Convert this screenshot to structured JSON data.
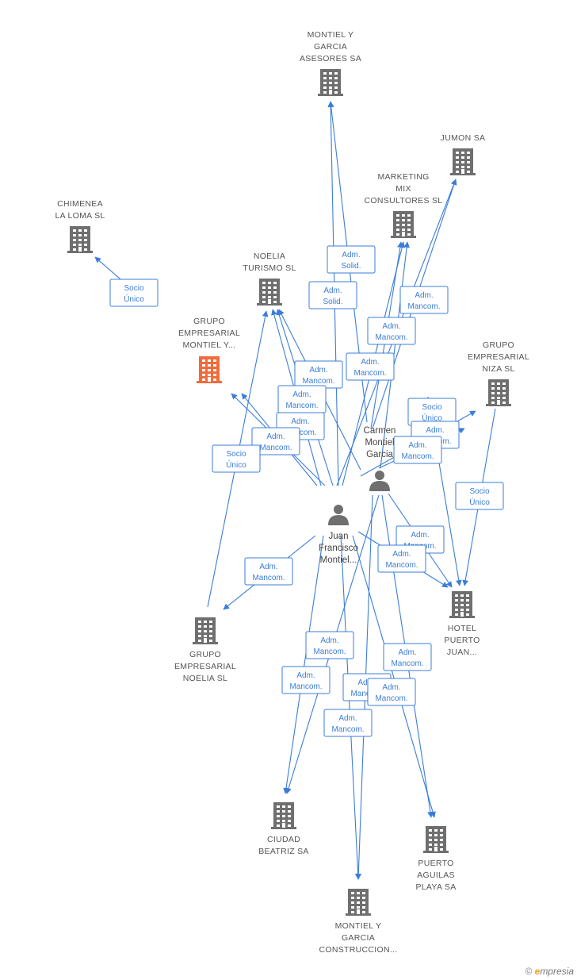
{
  "companies": [
    {
      "id": "montiel_asesores",
      "lines": [
        "MONTIEL Y",
        "GARCIA",
        "ASESORES SA"
      ],
      "focus": false
    },
    {
      "id": "jumon",
      "lines": [
        "JUMON SA"
      ],
      "focus": false
    },
    {
      "id": "marketing_mix",
      "lines": [
        "MARKETING",
        "MIX",
        "CONSULTORES SL"
      ],
      "focus": false
    },
    {
      "id": "chimenea",
      "lines": [
        "CHIMENEA",
        "LA LOMA SL"
      ],
      "focus": false
    },
    {
      "id": "noelia_turismo",
      "lines": [
        "NOELIA",
        "TURISMO SL"
      ],
      "focus": false
    },
    {
      "id": "grupo_montiel",
      "lines": [
        "GRUPO",
        "EMPRESARIAL",
        "MONTIEL Y..."
      ],
      "focus": true
    },
    {
      "id": "grupo_niza",
      "lines": [
        "GRUPO",
        "EMPRESARIAL",
        "NIZA SL"
      ],
      "focus": false
    },
    {
      "id": "hotel_puerto",
      "lines": [
        "HOTEL",
        "PUERTO",
        "JUAN..."
      ],
      "focus": false
    },
    {
      "id": "grupo_noelia",
      "lines": [
        "GRUPO",
        "EMPRESARIAL",
        "NOELIA SL"
      ],
      "focus": false
    },
    {
      "id": "ciudad_beatriz",
      "lines": [
        "CIUDAD",
        "BEATRIZ SA"
      ],
      "focus": false
    },
    {
      "id": "puerto_aguilas",
      "lines": [
        "PUERTO",
        "AGUILAS",
        "PLAYA SA"
      ],
      "focus": false
    },
    {
      "id": "montiel_construccion",
      "lines": [
        "MONTIEL Y",
        "GARCIA",
        "CONSTRUCCION..."
      ],
      "focus": false
    }
  ],
  "persons": [
    {
      "id": "carmen",
      "lines": [
        "Carmen",
        "Montiel",
        "Garcia"
      ]
    },
    {
      "id": "juan",
      "lines": [
        "Juan",
        "Francisco",
        "Montiel..."
      ]
    }
  ],
  "relations": [
    {
      "lines": [
        "Socio",
        "Único"
      ]
    },
    {
      "lines": [
        "Adm.",
        "Solid."
      ]
    },
    {
      "lines": [
        "Adm.",
        "Solid."
      ]
    },
    {
      "lines": [
        "Adm.",
        "Mancom."
      ]
    },
    {
      "lines": [
        "Adm.",
        "Mancom."
      ]
    },
    {
      "lines": [
        "Adm.",
        "Mancom."
      ]
    },
    {
      "lines": [
        "Adm.",
        "Mancom."
      ]
    },
    {
      "lines": [
        "Adm.",
        "Mancom."
      ]
    },
    {
      "lines": [
        "Adm.",
        "Mancom."
      ]
    },
    {
      "lines": [
        "Adm.",
        "Mancom."
      ]
    },
    {
      "lines": [
        "Socio",
        "Único"
      ]
    },
    {
      "lines": [
        "Socio",
        "Único"
      ]
    },
    {
      "lines": [
        "Adm.",
        "Mancom."
      ]
    },
    {
      "lines": [
        "Adm.",
        "Mancom."
      ]
    },
    {
      "lines": [
        "Socio",
        "Único"
      ]
    },
    {
      "lines": [
        "Adm.",
        "Mancom."
      ]
    },
    {
      "lines": [
        "Adm.",
        "Mancom."
      ]
    },
    {
      "lines": [
        "Adm.",
        "Mancom."
      ]
    },
    {
      "lines": [
        "Adm.",
        "Mancom."
      ]
    },
    {
      "lines": [
        "Adm.",
        "Mancom."
      ]
    },
    {
      "lines": [
        "Adm.",
        "Mancom."
      ]
    },
    {
      "lines": [
        "Adm.",
        "Mancom."
      ]
    },
    {
      "lines": [
        "Adm.",
        "Mancom."
      ]
    },
    {
      "lines": [
        "Adm.",
        "Mancom."
      ]
    }
  ],
  "footer": {
    "copyright": "©",
    "brand_e": "e",
    "brand_rest": "mpresia"
  }
}
